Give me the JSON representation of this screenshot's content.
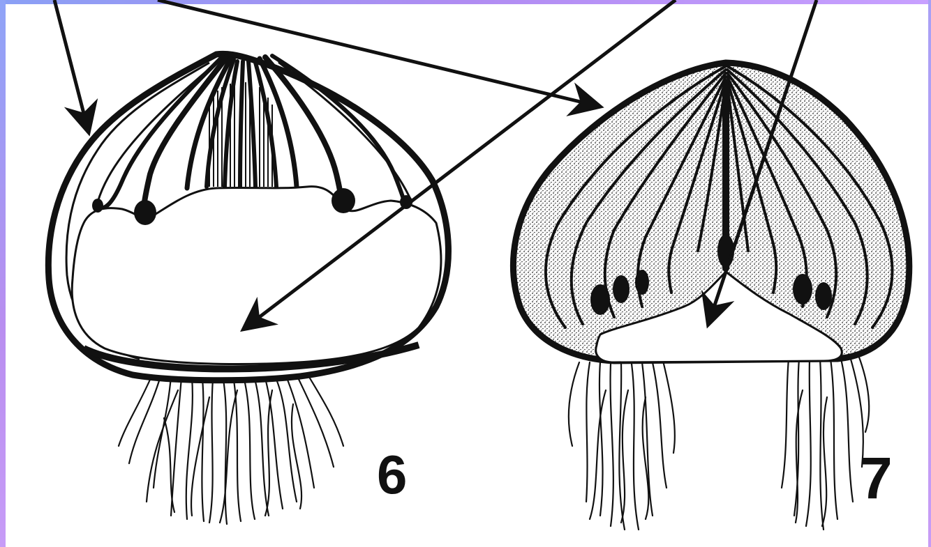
{
  "figures": [
    {
      "id": "bulb-6",
      "label": "6"
    },
    {
      "id": "bulb-7",
      "label": "7"
    }
  ],
  "colors": {
    "ink": "#111111",
    "background": "#ffffff",
    "frame_gradient_start": "#8aa0f5",
    "frame_gradient_end": "#c8a0ff"
  }
}
